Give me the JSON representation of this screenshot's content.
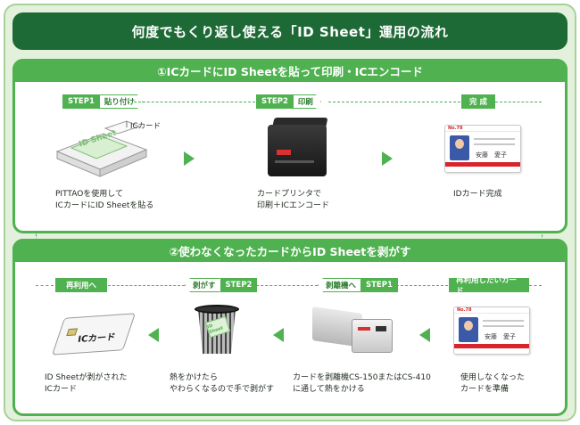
{
  "title": "何度でもくり返し使える「ID Sheet」運用の流れ",
  "section1": {
    "heading": "①ICカードにID Sheetを貼って印刷・ICエンコード",
    "step1": {
      "num": "STEP1",
      "label": "貼り付け"
    },
    "step2": {
      "num": "STEP2",
      "label": "印刷"
    },
    "complete": "完 成",
    "ic_label": "ICカード",
    "sheet_text": "ID Sheet",
    "captions": {
      "a1": "PITTAOを使用して",
      "a2": "ICカードにID Sheetを貼る",
      "b1": "カードプリンタで",
      "b2": "印刷＋ICエンコード",
      "c1": "IDカード完成"
    }
  },
  "section2": {
    "heading": "②使わなくなったカードからID Sheetを剥がす",
    "reuse": "再利用へ",
    "step2": {
      "num": "STEP2",
      "label": "剥がす"
    },
    "step1": {
      "num": "STEP1",
      "label": "剥離機へ"
    },
    "reuse_card": "再利用したいカード",
    "ic_card_text": "ICカード",
    "captions": {
      "a1": "ID Sheetが剥がされた",
      "a2": "ICカード",
      "b1": "熱をかけたら",
      "b2": "やわらくなるので手で剥がす",
      "c1": "カードを剥離機CS-150またはCS-410",
      "c2": "に通して熱をかける",
      "d1": "使用しなくなった",
      "d2": "カードを準備"
    }
  },
  "idcard": {
    "name": "安藤　愛子",
    "no": "No.78"
  },
  "colors": {
    "dark_green": "#1e6a36",
    "green": "#4fb14f",
    "bg": "#e3f1dc"
  }
}
